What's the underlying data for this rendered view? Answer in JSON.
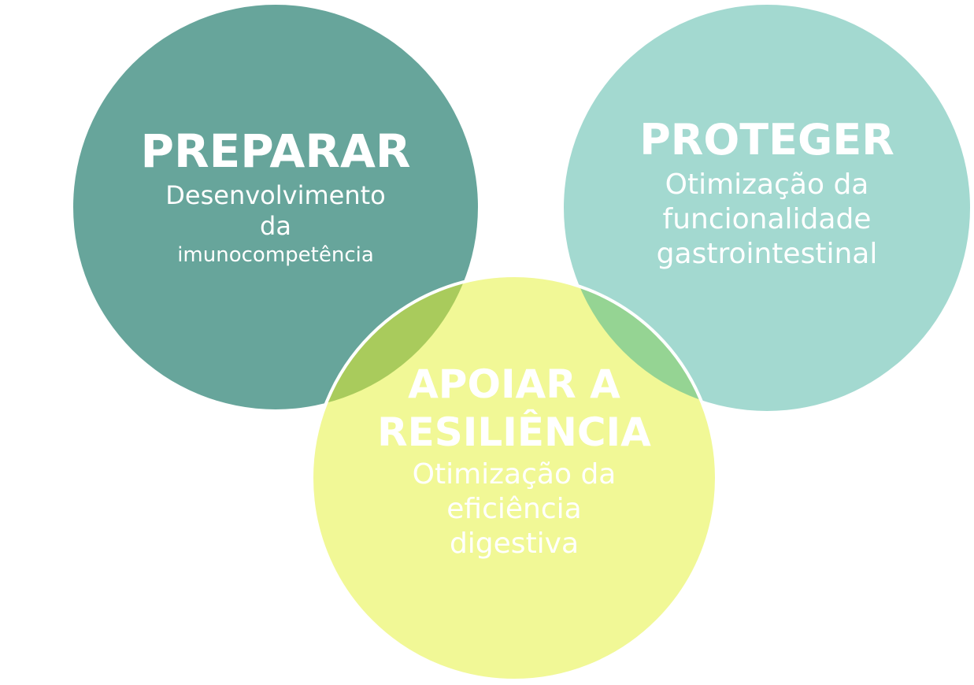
{
  "circles": {
    "preparar": {
      "title": "PREPARAR",
      "line1": "Desenvolvimento",
      "line2": "da",
      "line3": "imunocompetência",
      "color": "#67a59b"
    },
    "proteger": {
      "title": "PROTEGER",
      "line1": "Otimização da",
      "line2": "funcionalidade",
      "line3": "gastrointestinal",
      "color": "#a3d9d0"
    },
    "apoiar": {
      "title1": "APOIAR A",
      "title2": "RESILIÊNCIA",
      "line1": "Otimização da",
      "line2": "eficiência",
      "line3": "digestiva",
      "color": "#f1f896"
    }
  },
  "overlap_colors": {
    "preparar_apoiar": "#a9cb5c",
    "proteger_apoiar": "#95d493"
  }
}
